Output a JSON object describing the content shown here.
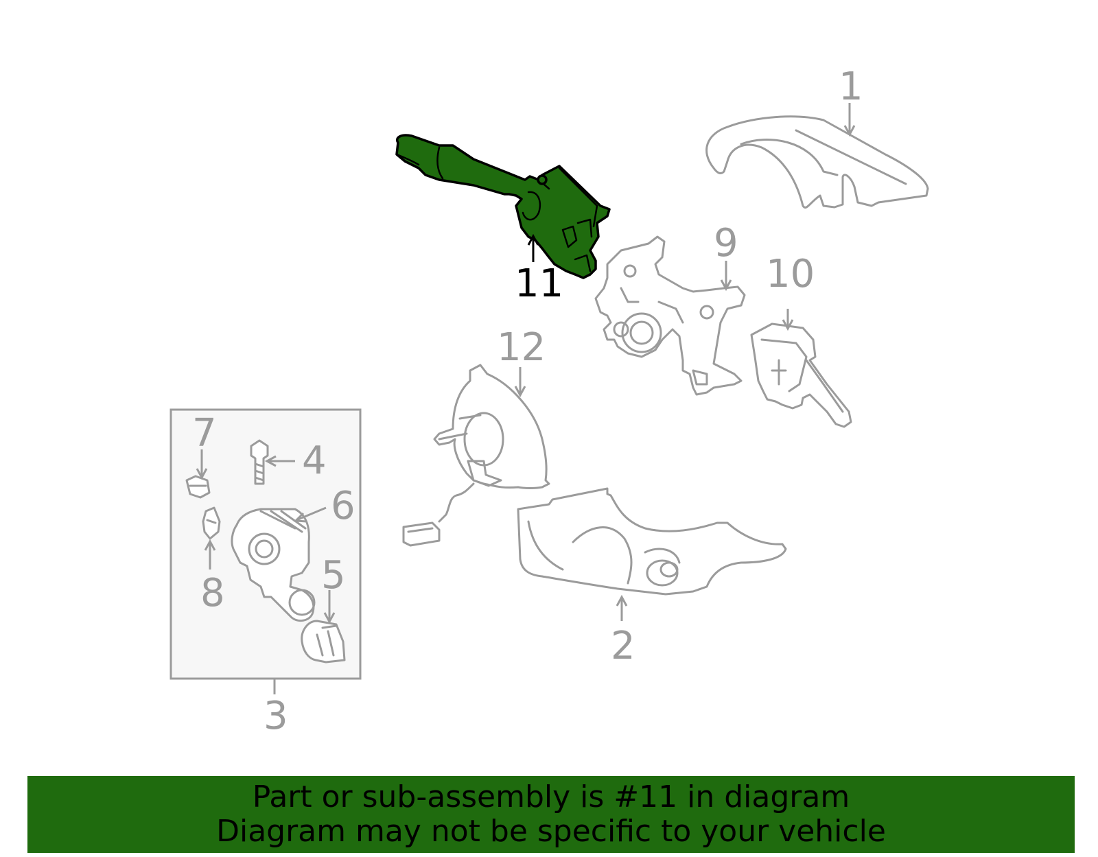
{
  "diagram": {
    "callouts": [
      {
        "id": "1",
        "label": "1"
      },
      {
        "id": "2",
        "label": "2"
      },
      {
        "id": "3",
        "label": "3"
      },
      {
        "id": "4",
        "label": "4"
      },
      {
        "id": "5",
        "label": "5"
      },
      {
        "id": "6",
        "label": "6"
      },
      {
        "id": "7",
        "label": "7"
      },
      {
        "id": "8",
        "label": "8"
      },
      {
        "id": "9",
        "label": "9"
      },
      {
        "id": "10",
        "label": "10"
      },
      {
        "id": "11",
        "label": "11",
        "highlighted": true
      },
      {
        "id": "12",
        "label": "12"
      }
    ],
    "highlight_color": "#1f6b0e",
    "part_line_color": "#9b9b9b"
  },
  "banner": {
    "line1": "Part or sub-assembly is #11 in diagram",
    "line2": "Diagram may not be specific to your vehicle",
    "background": "#1f6b0e"
  }
}
